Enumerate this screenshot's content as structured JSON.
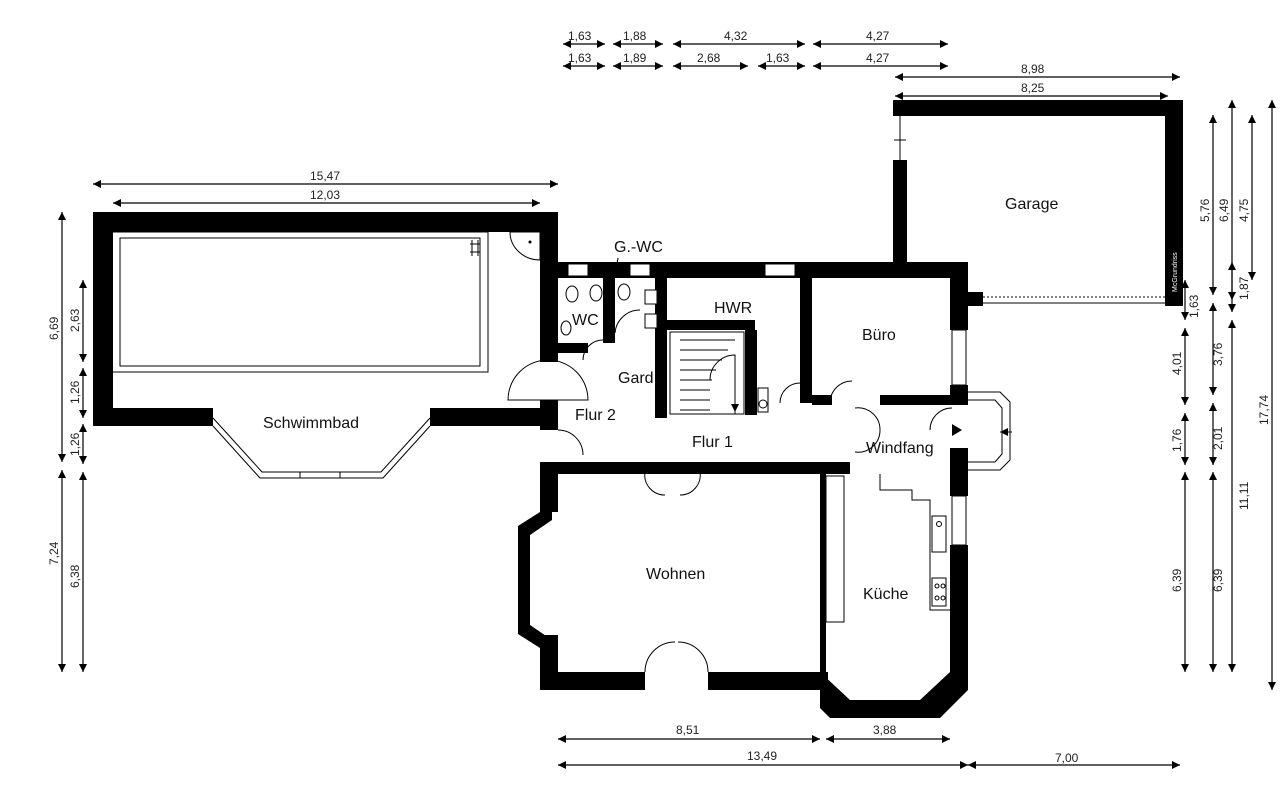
{
  "rooms": {
    "schwimmbad": "Schwimmbad",
    "garage": "Garage",
    "gwc": "G.-WC",
    "wc": "WC",
    "hwr": "HWR",
    "buero": "Büro",
    "gard": "Gard.",
    "flur2": "Flur 2",
    "flur1": "Flur 1",
    "windfang": "Windfang",
    "wohnen": "Wohnen",
    "kueche": "Küche"
  },
  "watermark": "McGrundriss",
  "dimensions": {
    "top_row1": [
      "1,63",
      "1,88",
      "4,32",
      "4,27"
    ],
    "top_row2": [
      "1,63",
      "1,89",
      "2,68",
      "1,63",
      "4,27"
    ],
    "garage_outer": "8,98",
    "garage_inner": "8,25",
    "pool_outer": "15,47",
    "pool_inner": "12,03",
    "left_outer_a": "6,69",
    "left_outer_b": "7,24",
    "left_inner_a": "2,63",
    "left_inner_b": "1,26",
    "left_inner_c": "1,26",
    "left_inner_d": "6,38",
    "bottom_a": "8,51",
    "bottom_b": "3,88",
    "bottom_c": "13,49",
    "bottom_d": "7,00",
    "right_col1": [
      "1,63",
      "4,01",
      "1,76",
      "6,39"
    ],
    "right_col2": [
      "5,76",
      "3,76",
      "2,01",
      "6,39"
    ],
    "right_col3": [
      "6,49",
      "1,87",
      "11,11"
    ],
    "right_col4": [
      "4,75",
      "17,74"
    ]
  }
}
